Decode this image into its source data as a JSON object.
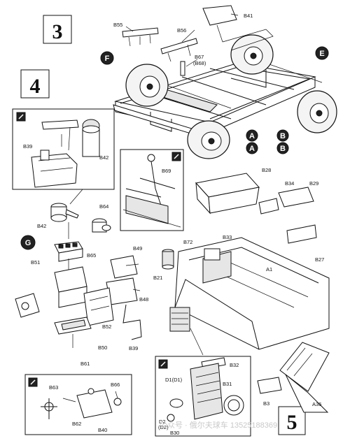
{
  "steps": [
    "3",
    "4",
    "5"
  ],
  "markers": {
    "F": "F",
    "E": "E",
    "G": "G",
    "A": "A",
    "A_alt": "A",
    "B": "B",
    "B_alt": "B"
  },
  "labels": {
    "B55": "B55",
    "B56": "B56",
    "B41": "B41",
    "B67": "B67",
    "B68": "(B68)",
    "B39": "B39",
    "B42": "B42",
    "B42b": "B42",
    "B64": "B64",
    "B65": "B65",
    "B69": "B69",
    "B28": "B28",
    "B34": "B34",
    "B29": "B29",
    "B72": "B72",
    "B33": "B33",
    "B27": "B27",
    "A1": "A1",
    "B49": "B49",
    "B51": "B51",
    "B21": "B21",
    "B48": "B48",
    "B52": "B52",
    "B50": "B50",
    "B39b": "B39",
    "B61": "B61",
    "B63": "B63",
    "B66": "B66",
    "B62": "B62",
    "B40": "B40",
    "B32": "B32",
    "D1": "D1(D1)",
    "B31": "B31",
    "B3": "B3",
    "A36": "A36",
    "D2": "D2",
    "D2b": "(D2)",
    "B30": "B30"
  },
  "watermark": "公众号 · 俄尔夫球车 13525188369",
  "colors": {
    "ink": "#111111",
    "fill": "#ffffff",
    "shade": "#e6e6e6",
    "watermark": "#c9c9c9"
  },
  "icons": [
    "glue-pen-icon",
    "glue-pen-icon",
    "glue-pen-icon",
    "glue-pen-icon"
  ]
}
